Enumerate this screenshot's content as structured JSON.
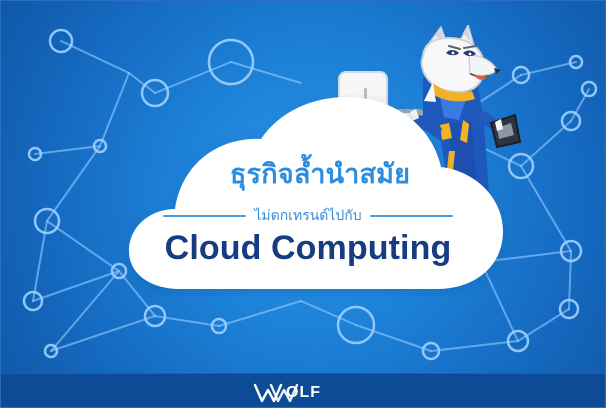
{
  "banner": {
    "headline": "ธุรกิจล้ำนำสมัย",
    "subheadline": "ไม่ตกเทรนด์ไปกับ",
    "title": "Cloud Computing"
  },
  "brand": {
    "logo_text": "OLF"
  },
  "colors": {
    "background": "#1c80d6",
    "footer": "#0e4b96",
    "cloud": "#ffffff",
    "headline": "#2b8de0",
    "title": "#163c82",
    "network": "#8ac6ff"
  },
  "icons": {
    "mascot": "wolf-mascot-icon",
    "computer": "computer-icon",
    "tablet": "tablet-icon",
    "network": "network-nodes-icon"
  }
}
